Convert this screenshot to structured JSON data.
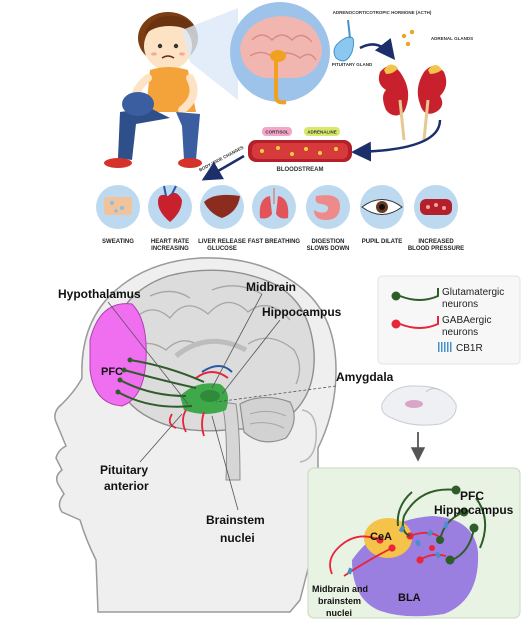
{
  "top_panel": {
    "acth_label": "ADRENOCORTICOTROPIC HORMONE (ACTH)",
    "pituitary_label": "PITUITARY GLAND",
    "adrenal_label": "ADRENAL GLANDS",
    "cortisol_tag": "CORTISOL",
    "adrenaline_tag": "ADRENALINE",
    "body_changes_label": "BODY-WIDE CHANGES",
    "bloodstream_label": "BLOODSTREAM",
    "effects": [
      {
        "line1": "SWEATING",
        "line2": ""
      },
      {
        "line1": "HEART RATE",
        "line2": "INCREASING"
      },
      {
        "line1": "LIVER RELEASE",
        "line2": "GLUCOSE"
      },
      {
        "line1": "FAST BREATHING",
        "line2": ""
      },
      {
        "line1": "DIGESTION",
        "line2": "SLOWS DOWN"
      },
      {
        "line1": "PUPIL DILATE",
        "line2": ""
      },
      {
        "line1": "INCREASED",
        "line2": "BLOOD PRESSURE"
      }
    ]
  },
  "brain_panel": {
    "hypothalamus": "Hypothalamus",
    "midbrain": "Midbrain",
    "hippocampus": "Hippocampus",
    "amygdala": "Amygdala",
    "pfc": "PFC",
    "pituitary_line1": "Pituitary",
    "pituitary_line2": "anterior",
    "brainstem_line1": "Brainstem",
    "brainstem_line2": "nuclei"
  },
  "legend": {
    "glutamatergic_line1": "Glutamatergic",
    "glutamatergic_line2": "neurons",
    "gabaergic_line1": "GABAergic",
    "gabaergic_line2": "neurons",
    "cb1r": "CB1R"
  },
  "inset": {
    "pfc": "PFC",
    "hippocampus": "Hippocampus",
    "cea": "CeA",
    "bla": "BLA",
    "midbrain_line1": "Midbrain and",
    "midbrain_line2": "brainstem",
    "midbrain_line3": "nuclei"
  },
  "colors": {
    "glutamatergic": "#2f5d2a",
    "gabaergic": "#e8253a",
    "pfc_region": "#f06ef0",
    "cea_region": "#f5c24a",
    "bla_region": "#9b7fe0",
    "bloodstream": "#b3202a",
    "brain_circle": "#9ec3ea",
    "cb1r": "#4a90c8"
  }
}
